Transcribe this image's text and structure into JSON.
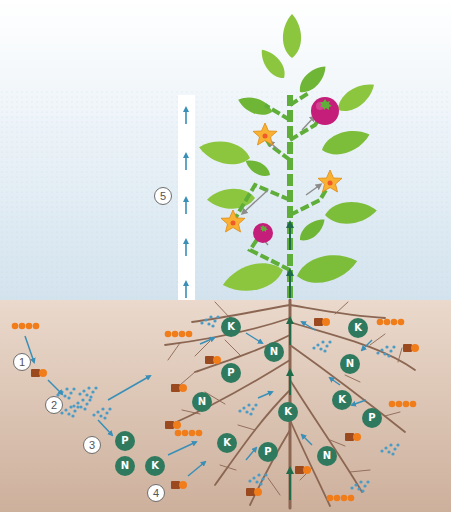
{
  "diagram": {
    "nodes": [
      {
        "text": [
          "5"
        ]
      },
      {
        "text": [
          "1"
        ]
      },
      {
        "text": [
          "2"
        ]
      },
      {
        "text": [
          "3"
        ]
      },
      {
        "text": [
          "P"
        ]
      },
      {
        "text": [
          "N"
        ]
      },
      {
        "text": [
          "K"
        ]
      },
      {
        "text": [
          "4"
        ]
      },
      {
        "text": [
          "K"
        ]
      },
      {
        "text": [
          "N"
        ]
      },
      {
        "text": [
          "P"
        ]
      },
      {
        "text": [
          "N"
        ]
      },
      {
        "text": [
          "K"
        ]
      },
      {
        "text": [
          "K"
        ]
      },
      {
        "text": [
          "P"
        ]
      },
      {
        "text": [
          "K"
        ]
      },
      {
        "text": [
          "N"
        ]
      },
      {
        "text": [
          "K"
        ]
      },
      {
        "text": [
          "P"
        ]
      },
      {
        "text": [
          "N"
        ]
      }
    ]
  }
}
